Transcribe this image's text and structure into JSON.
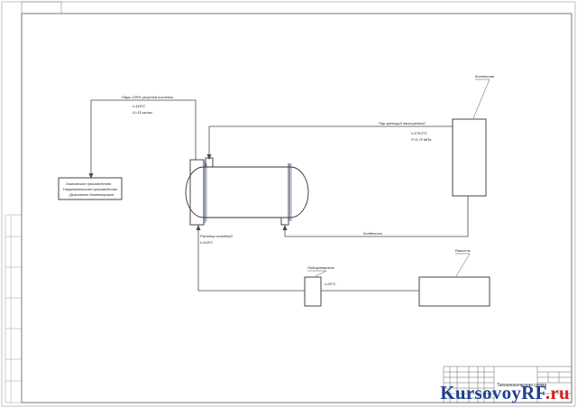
{
  "labels": {
    "acid_vapor": "Пары 100% уксусной кислоты",
    "acid_vapor_temp": "t=118°С",
    "acid_vapor_flow": "G=15 кг/час",
    "steam": "Пар греющий насыщенный",
    "steam_temp": "t=179,5°С",
    "steam_pressure": "P=0,75 МПа",
    "boiler_house": "Котельная",
    "condensate": "Конденсат",
    "chemical_production": [
      "Химическое производство",
      "Нагревательное производство",
      "Дымчатые диэлектриков"
    ],
    "initial_solution": "Раствор исходный",
    "initial_solution_temp": "t=118°С",
    "preheater": "Подогреватель",
    "preheater_temp": "t=20°С",
    "storage": "Емкость",
    "stamp_title": "Технологическая схема"
  },
  "watermark": {
    "main": "KursovoyRF",
    "suffix": ".ru"
  },
  "colors": {
    "line": "#4a4a4a",
    "watermark_blue": "#1f3f8f",
    "watermark_red": "#d42020"
  }
}
